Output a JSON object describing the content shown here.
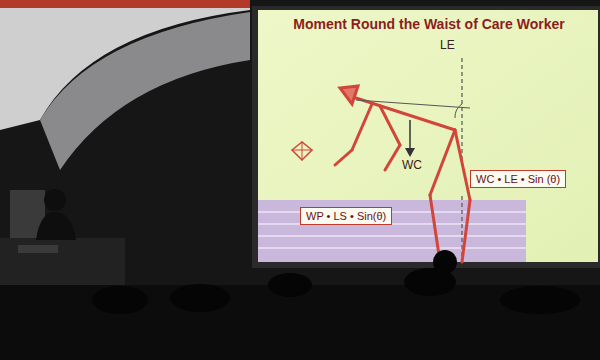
{
  "diagram": {
    "title": "Moment Round the Waist of Care Worker",
    "nodes": [
      {
        "text": [
          "WC • LE • Sin (θ)"
        ]
      },
      {
        "text": [
          "WP • LS • Sin(θ)"
        ]
      }
    ],
    "labels": [
      "LE",
      "WC"
    ]
  }
}
